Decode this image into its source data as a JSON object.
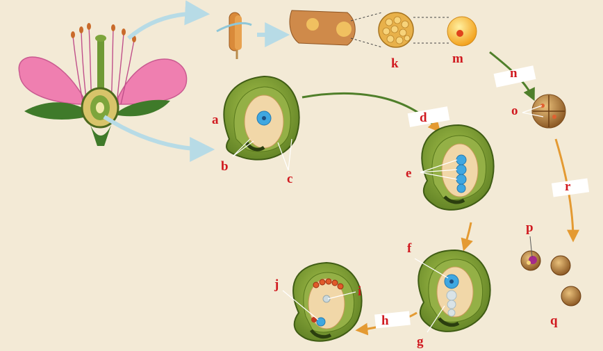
{
  "labels": {
    "a": "a",
    "b": "b",
    "c": "c",
    "d": "d",
    "e": "e",
    "f": "f",
    "g": "g",
    "h": "h",
    "i": "i",
    "j": "j",
    "k": "k",
    "m": "m",
    "n": "n",
    "o": "o",
    "p": "p",
    "q": "q",
    "r": "r"
  },
  "colors": {
    "background": "#f3ead6",
    "label": "#d0191f",
    "petal": "#ef7fb0",
    "ovule_green": "#8fae3a",
    "nucleus_blue": "#3fa7e0",
    "arrow_orange": "#e49a32",
    "arrow_blue": "#b7dbe6",
    "arrow_green": "#4f7f2a",
    "pollen": "#a9743a"
  }
}
